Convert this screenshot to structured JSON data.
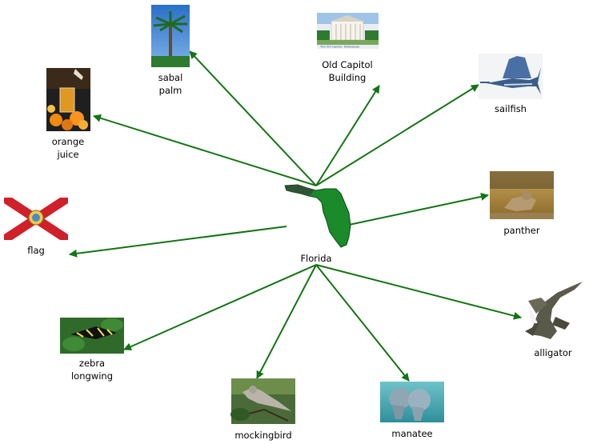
{
  "center": {
    "label": "Florida"
  },
  "nodes": [
    {
      "id": "sabal-palm",
      "label": "sabal\npalm"
    },
    {
      "id": "old-capitol",
      "label": "Old Capitol\nBuilding",
      "caption": "The Old Capitol, Tallahassee"
    },
    {
      "id": "sailfish",
      "label": "sailfish"
    },
    {
      "id": "orange-juice",
      "label": "orange\njuice"
    },
    {
      "id": "panther",
      "label": "panther"
    },
    {
      "id": "flag",
      "label": "flag"
    },
    {
      "id": "alligator",
      "label": "alligator"
    },
    {
      "id": "zebra-longwing",
      "label": "zebra\nlongwing"
    },
    {
      "id": "mockingbird",
      "label": "mockingbird"
    },
    {
      "id": "manatee",
      "label": "manatee"
    }
  ],
  "colors": {
    "arrow": "#137413",
    "map_fill": "#1a8a2a"
  }
}
